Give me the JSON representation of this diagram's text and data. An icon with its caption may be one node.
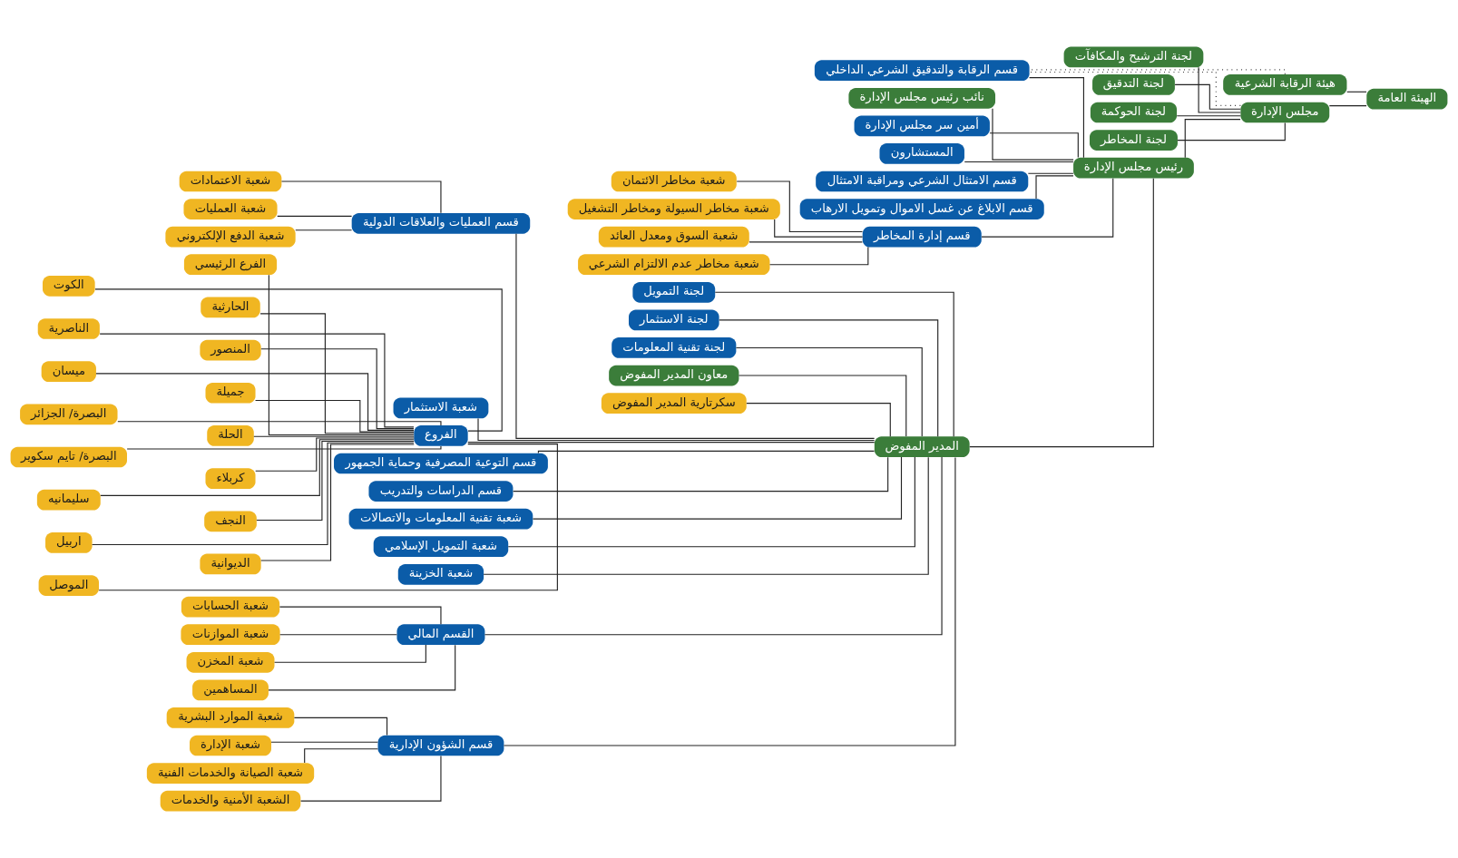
{
  "diagram": {
    "nodes": [
      {
        "text": [
          "الهيئة العامة"
        ]
      },
      {
        "text": [
          "هيئة الرقابة الشرعية"
        ]
      },
      {
        "text": [
          "مجلس الإدارة"
        ]
      },
      {
        "text": [
          "لجنة الترشيح والمكافآت"
        ]
      },
      {
        "text": [
          "لجنة التدقيق"
        ]
      },
      {
        "text": [
          "لجنة الحوكمة"
        ]
      },
      {
        "text": [
          "لجنة المخاطر"
        ]
      },
      {
        "text": [
          "رئيس مجلس الإدارة"
        ]
      },
      {
        "text": [
          "نائب رئيس مجلس الإدارة"
        ]
      },
      {
        "text": [
          "أمين سر مجلس الإدارة"
        ]
      },
      {
        "text": [
          "المستشارون"
        ]
      },
      {
        "text": [
          "قسم الامتثال الشرعي ومراقبة الامتثال"
        ]
      },
      {
        "text": [
          "قسم الرقابة والتدقيق الشرعي الداخلي"
        ]
      },
      {
        "text": [
          "قسم الابلاغ عن غسل الاموال وتمويل الارهاب"
        ]
      },
      {
        "text": [
          "قسم إدارة المخاطر"
        ]
      },
      {
        "text": [
          "شعبة مخاطر الائتمان"
        ]
      },
      {
        "text": [
          "شعبة مخاطر السيولة ومخاطر التشغيل"
        ]
      },
      {
        "text": [
          "شعبة السوق ومعدل العائد"
        ]
      },
      {
        "text": [
          "شعبة مخاطر عدم الالتزام الشرعي"
        ]
      },
      {
        "text": [
          "لجنة التمويل"
        ]
      },
      {
        "text": [
          "لجنة الاستثمار"
        ]
      },
      {
        "text": [
          "لجنة تقنية المعلومات"
        ]
      },
      {
        "text": [
          "المدير المفوض"
        ]
      },
      {
        "text": [
          "معاون المدير المفوض"
        ]
      },
      {
        "text": [
          "سكرتارية المدير المفوض"
        ]
      },
      {
        "text": [
          "قسم العمليات والعلاقات الدولية"
        ]
      },
      {
        "text": [
          "شعبة الاستثمار"
        ]
      },
      {
        "text": [
          "الفروع"
        ]
      },
      {
        "text": [
          "قسم التوعية المصرفية وحماية الجمهور"
        ]
      },
      {
        "text": [
          "قسم الدراسات والتدريب"
        ]
      },
      {
        "text": [
          "شعبة تقنية المعلومات والاتصالات"
        ]
      },
      {
        "text": [
          "شعبة التمويل الإسلامي"
        ]
      },
      {
        "text": [
          "شعبة الخزينة"
        ]
      },
      {
        "text": [
          "القسم المالي"
        ]
      },
      {
        "text": [
          "قسم الشؤون الإدارية"
        ]
      },
      {
        "text": [
          "شعبة الاعتمادات"
        ]
      },
      {
        "text": [
          "شعبة العمليات"
        ]
      },
      {
        "text": [
          "شعبة الدفع الإلكتروني"
        ]
      },
      {
        "text": [
          "الفرع الرئيسي"
        ]
      },
      {
        "text": [
          "الكوت"
        ]
      },
      {
        "text": [
          "الحارثية"
        ]
      },
      {
        "text": [
          "الناصرية"
        ]
      },
      {
        "text": [
          "المنصور"
        ]
      },
      {
        "text": [
          "ميسان"
        ]
      },
      {
        "text": [
          "جميلة"
        ]
      },
      {
        "text": [
          "البصرة/ الجزائر"
        ]
      },
      {
        "text": [
          "الحلة"
        ]
      },
      {
        "text": [
          "البصرة/ تايم سكوير"
        ]
      },
      {
        "text": [
          "كربلاء"
        ]
      },
      {
        "text": [
          "سليمانيه"
        ]
      },
      {
        "text": [
          "النجف"
        ]
      },
      {
        "text": [
          "اربيل"
        ]
      },
      {
        "text": [
          "الديوانية"
        ]
      },
      {
        "text": [
          "الموصل"
        ]
      },
      {
        "text": [
          "شعبة الحسابات"
        ]
      },
      {
        "text": [
          "شعبة الموازنات"
        ]
      },
      {
        "text": [
          "شعبة المخزن"
        ]
      },
      {
        "text": [
          "المساهمين"
        ]
      },
      {
        "text": [
          "شعبة الموارد البشرية"
        ]
      },
      {
        "text": [
          "شعبة الإدارة"
        ]
      },
      {
        "text": [
          "شعبة الصيانة والخدمات الفنية"
        ]
      },
      {
        "text": [
          "الشعبة الأمنية والخدمات"
        ]
      }
    ],
    "edges": [
      {
        "from": 0,
        "to": 1,
        "arrow": "none"
      },
      {
        "from": 0,
        "to": 2,
        "arrow": "none"
      },
      {
        "from": 2,
        "to": 3,
        "arrow": "none"
      },
      {
        "from": 2,
        "to": 4,
        "arrow": "none"
      },
      {
        "from": 2,
        "to": 5,
        "arrow": "none"
      },
      {
        "from": 2,
        "to": 6,
        "arrow": "none"
      },
      {
        "from": 1,
        "to": 12,
        "arrow": "none",
        "style": "dashed"
      },
      {
        "from": 2,
        "to": 12,
        "arrow": "none",
        "style": "dashed"
      },
      {
        "from": 2,
        "to": 7,
        "arrow": "none"
      },
      {
        "from": 7,
        "to": 8,
        "arrow": "none"
      },
      {
        "from": 7,
        "to": 9,
        "arrow": "none"
      },
      {
        "from": 7,
        "to": 10,
        "arrow": "none"
      },
      {
        "from": 7,
        "to": 11,
        "arrow": "none"
      },
      {
        "from": 7,
        "to": 12,
        "arrow": "none"
      },
      {
        "from": 7,
        "to": 13,
        "arrow": "none"
      },
      {
        "from": 7,
        "to": 14,
        "arrow": "none"
      },
      {
        "from": 14,
        "to": 15,
        "arrow": "none"
      },
      {
        "from": 14,
        "to": 16,
        "arrow": "none"
      },
      {
        "from": 14,
        "to": 17,
        "arrow": "none"
      },
      {
        "from": 14,
        "to": 18,
        "arrow": "none"
      },
      {
        "from": 7,
        "to": 22,
        "arrow": "none"
      },
      {
        "from": 22,
        "to": 19,
        "arrow": "none"
      },
      {
        "from": 22,
        "to": 20,
        "arrow": "none"
      },
      {
        "from": 22,
        "to": 21,
        "arrow": "none"
      },
      {
        "from": 22,
        "to": 23,
        "arrow": "none"
      },
      {
        "from": 22,
        "to": 24,
        "arrow": "none"
      },
      {
        "from": 22,
        "to": 25,
        "arrow": "none"
      },
      {
        "from": 22,
        "to": 26,
        "arrow": "none"
      },
      {
        "from": 22,
        "to": 27,
        "arrow": "none"
      },
      {
        "from": 22,
        "to": 28,
        "arrow": "none"
      },
      {
        "from": 22,
        "to": 29,
        "arrow": "none"
      },
      {
        "from": 22,
        "to": 30,
        "arrow": "none"
      },
      {
        "from": 22,
        "to": 31,
        "arrow": "none"
      },
      {
        "from": 22,
        "to": 32,
        "arrow": "none"
      },
      {
        "from": 22,
        "to": 33,
        "arrow": "none"
      },
      {
        "from": 22,
        "to": 34,
        "arrow": "none"
      },
      {
        "from": 25,
        "to": 35,
        "arrow": "none"
      },
      {
        "from": 25,
        "to": 36,
        "arrow": "none"
      },
      {
        "from": 25,
        "to": 37,
        "arrow": "none"
      },
      {
        "from": 27,
        "to": 38,
        "arrow": "none"
      },
      {
        "from": 27,
        "to": 39,
        "arrow": "none"
      },
      {
        "from": 27,
        "to": 40,
        "arrow": "none"
      },
      {
        "from": 27,
        "to": 41,
        "arrow": "none"
      },
      {
        "from": 27,
        "to": 42,
        "arrow": "none"
      },
      {
        "from": 27,
        "to": 43,
        "arrow": "none"
      },
      {
        "from": 27,
        "to": 44,
        "arrow": "none"
      },
      {
        "from": 27,
        "to": 45,
        "arrow": "none"
      },
      {
        "from": 27,
        "to": 46,
        "arrow": "none"
      },
      {
        "from": 27,
        "to": 47,
        "arrow": "none"
      },
      {
        "from": 27,
        "to": 48,
        "arrow": "none"
      },
      {
        "from": 27,
        "to": 49,
        "arrow": "none"
      },
      {
        "from": 27,
        "to": 50,
        "arrow": "none"
      },
      {
        "from": 27,
        "to": 51,
        "arrow": "none"
      },
      {
        "from": 27,
        "to": 52,
        "arrow": "none"
      },
      {
        "from": 27,
        "to": 53,
        "arrow": "none"
      },
      {
        "from": 33,
        "to": 54,
        "arrow": "none"
      },
      {
        "from": 33,
        "to": 55,
        "arrow": "none"
      },
      {
        "from": 33,
        "to": 56,
        "arrow": "none"
      },
      {
        "from": 33,
        "to": 57,
        "arrow": "none"
      },
      {
        "from": 34,
        "to": 58,
        "arrow": "none"
      },
      {
        "from": 34,
        "to": 59,
        "arrow": "none"
      },
      {
        "from": 34,
        "to": 60,
        "arrow": "none"
      },
      {
        "from": 34,
        "to": 61,
        "arrow": "none"
      }
    ]
  }
}
